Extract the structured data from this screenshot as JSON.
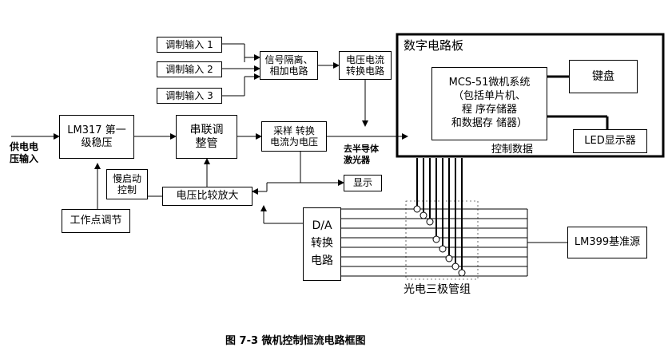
{
  "inputs": {
    "mod1": "调制输入 1",
    "mod2": "调制输入 2",
    "mod3": "调制输入 3",
    "supply": "供电电\n压输入"
  },
  "blocks": {
    "isolation": "信号隔离、\n相加电路",
    "vi_convert": "电压电流\n转换电路",
    "regulator": "LM317 第一\n级稳压",
    "series_tube": "串联调\n整管",
    "sampling": "采样 转换\n电流为电压",
    "laser": "去半导体\n激光器",
    "soft_start": "慢启动\n控制",
    "display": "显示",
    "comparator": "电压比较放大",
    "work_point": "工作点调节",
    "dac": "D/A\n转换\n电路",
    "reference": "LM399基准源",
    "phototransistors": "光电三极管组"
  },
  "digital_board": {
    "title": "数字电路板",
    "mcu": "MCS-51微机系统\n（包括单片机、\n程 序存储器\n和数据存 储器）",
    "keyboard": "键盘",
    "led": "LED显示器",
    "control_data": "控制数据"
  },
  "caption": "图 7-3 微机控制恒流电路框图"
}
